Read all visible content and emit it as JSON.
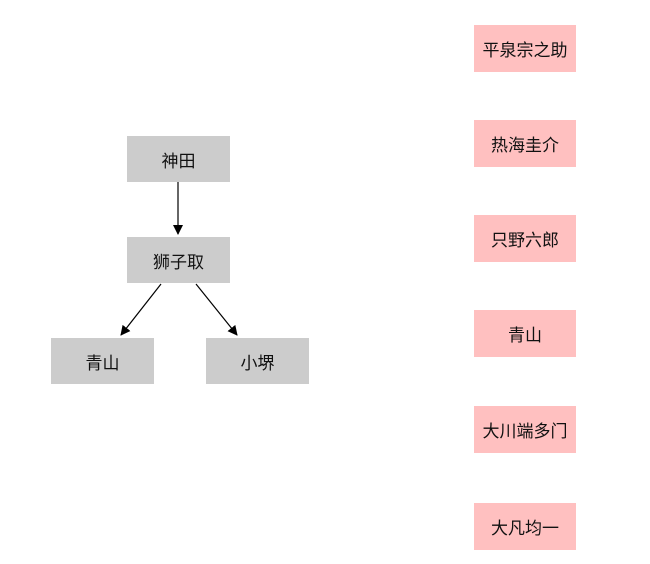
{
  "colors": {
    "tree_node_fill": "#cccccc",
    "list_node_fill": "#ffc0c0",
    "edge_color": "#000000",
    "text_color": "#111111"
  },
  "tree": {
    "nodes": {
      "kanda": "神田",
      "shishitori": "狮子取",
      "aoyama": "青山",
      "kosakai": "小堺"
    },
    "edges": [
      {
        "from": "kanda",
        "to": "shishitori"
      },
      {
        "from": "shishitori",
        "to": "aoyama"
      },
      {
        "from": "shishitori",
        "to": "kosakai"
      }
    ]
  },
  "list": {
    "items": [
      "平泉宗之助",
      "热海圭介",
      "只野六郎",
      "青山",
      "大川端多门",
      "大凡均一"
    ]
  }
}
